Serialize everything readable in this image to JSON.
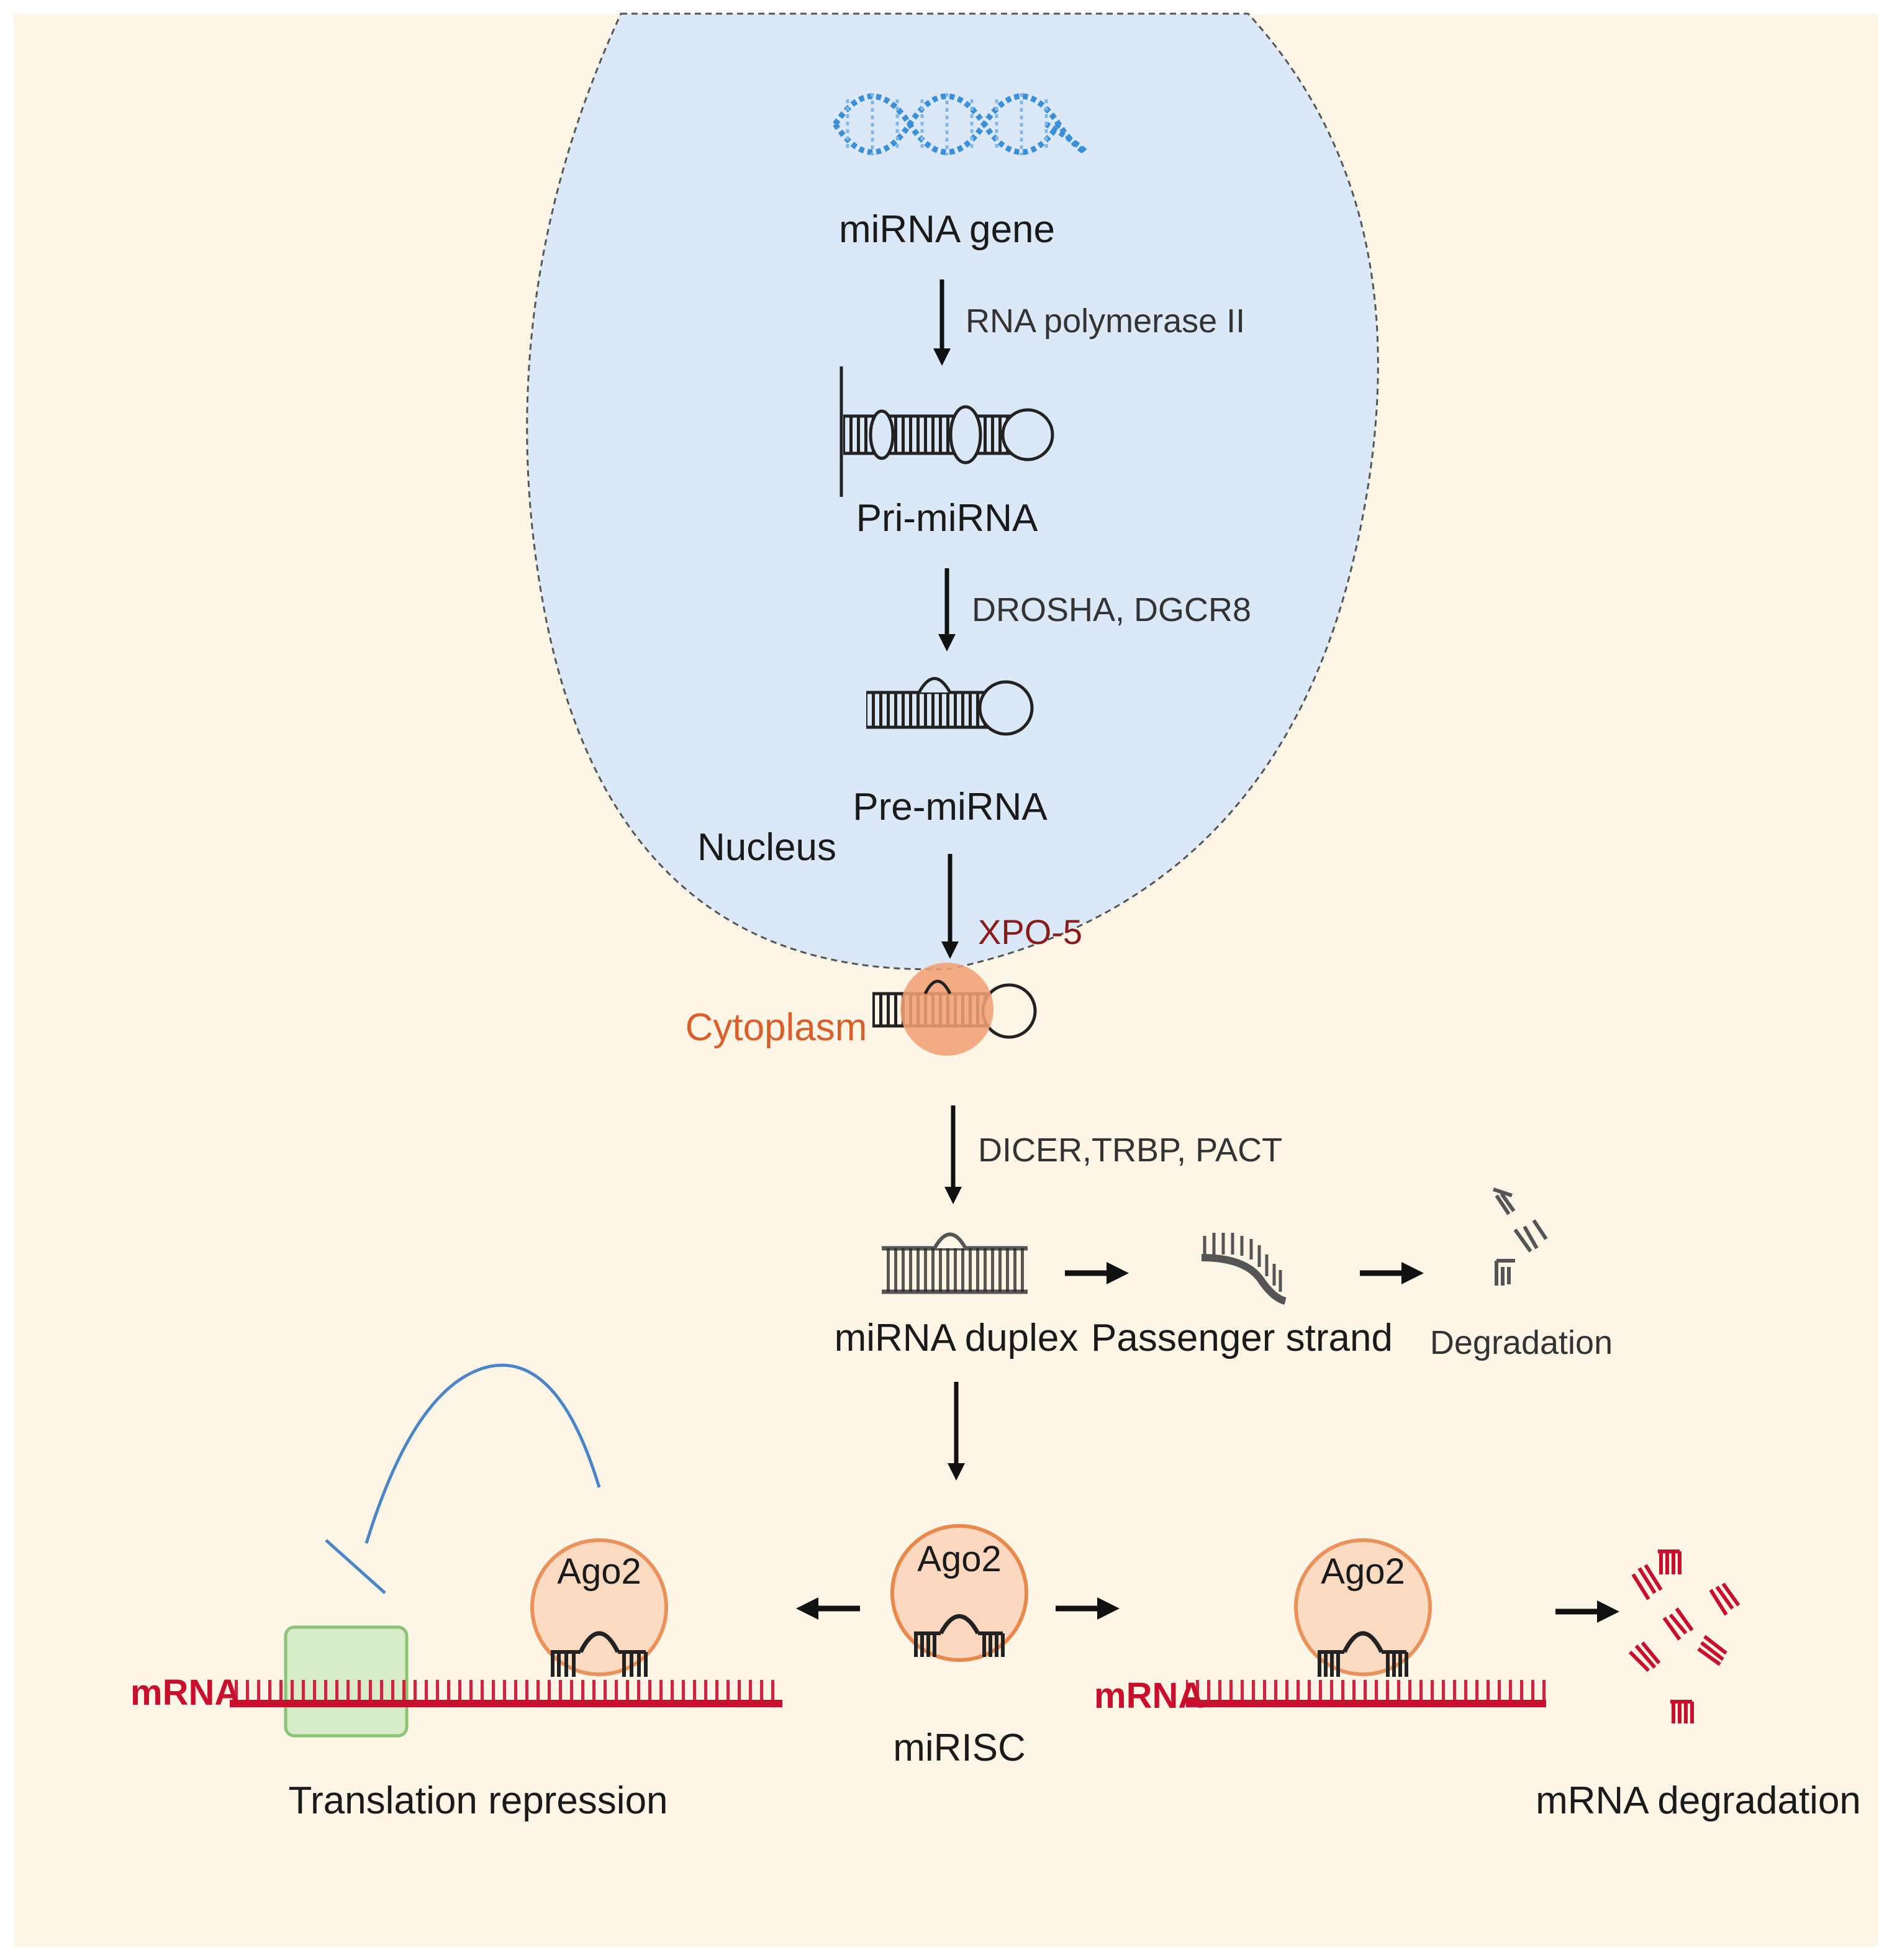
{
  "labels": {
    "mirna_gene": "miRNA gene",
    "rna_pol": "RNA polymerase II",
    "pri_mirna": "Pri-miRNA",
    "drosha": "DROSHA, DGCR8",
    "pre_mirna": "Pre-miRNA",
    "nucleus": "Nucleus",
    "xpo5": "XPO-5",
    "cytoplasm": "Cytoplasm",
    "dicer": "DICER,TRBP, PACT",
    "duplex": "miRNA duplex",
    "passenger": "Passenger strand",
    "degradation": "Degradation",
    "ago2_left": "Ago2",
    "ago2_center": "Ago2",
    "ago2_right": "Ago2",
    "mirisc": "miRISC",
    "mrna_left": "mRNA",
    "mrna_right": "mRNA",
    "translation_repression": "Translation repression",
    "mrna_degradation": "mRNA degradation"
  },
  "colors": {
    "background": "#fdf5e6",
    "nucleus_fill": "#dbe8f7",
    "dna": "#3a8fd6",
    "xpo5_fill": "#f0a074",
    "xpo5_text": "#8b1a1a",
    "cytoplasm_text": "#d9602a",
    "ago2_fill": "#fbd8bf",
    "ago2_stroke": "#e8884a",
    "mrna": "#c8102e",
    "ribosome_fill": "#d4ecc8",
    "ribosome_stroke": "#7fbf6b",
    "inhibition": "#4a86c5",
    "rna_struct": "#222222"
  }
}
